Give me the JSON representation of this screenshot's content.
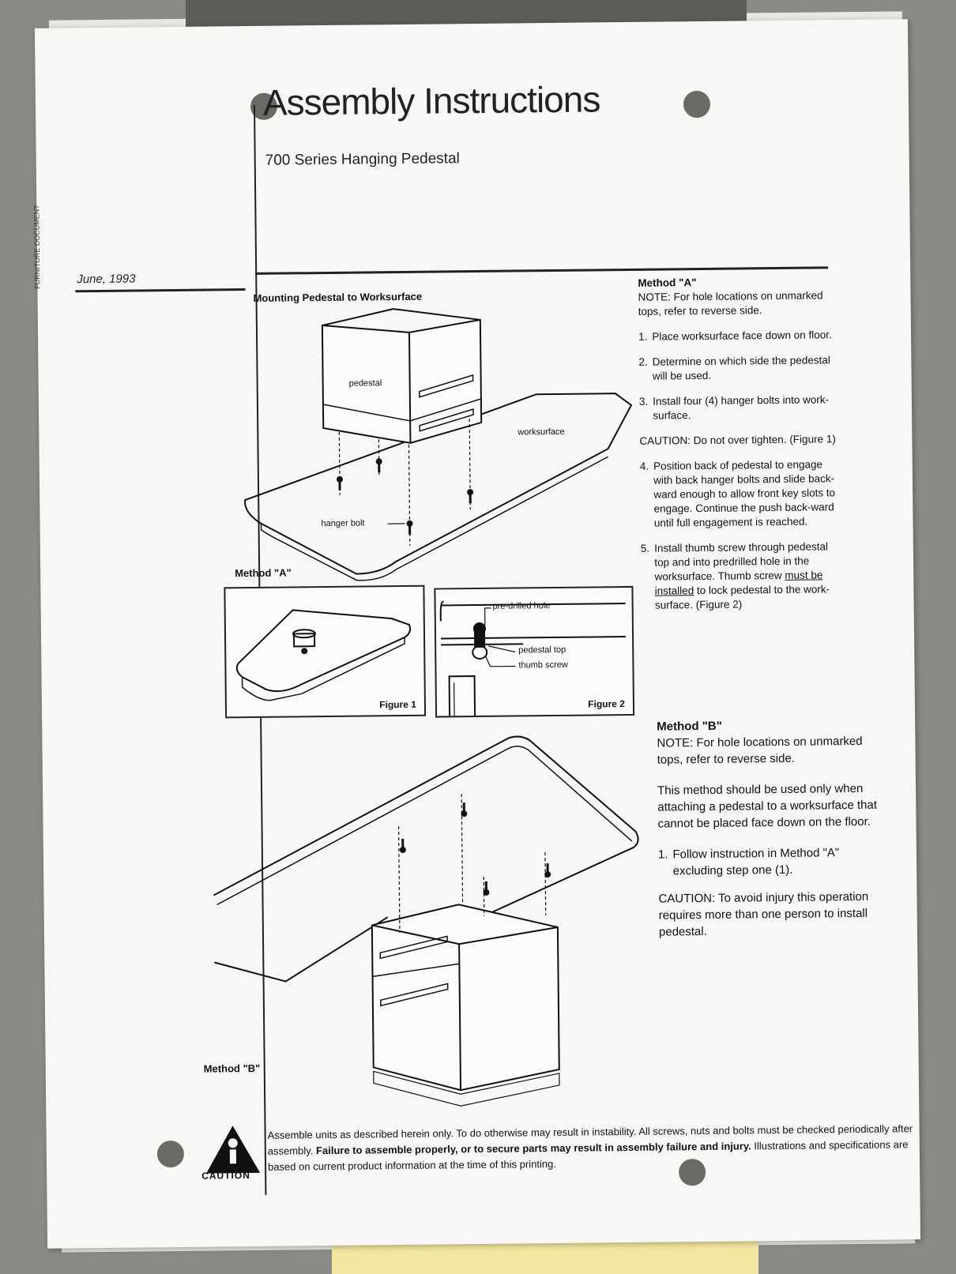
{
  "doc": {
    "title": "Assembly Instructions",
    "subtitle": "700 Series Hanging Pedestal",
    "date": "June, 1993",
    "side_text": "FURNITURE DOCUMENT",
    "section_heading": "Mounting Pedestal to Worksurface"
  },
  "diagram_a": {
    "pedestal_label": "pedestal",
    "worksurface_label": "worksurface",
    "hanger_bolt_label": "hanger bolt",
    "method_label": "Method \"A\""
  },
  "figure1": {
    "label": "Figure 1"
  },
  "figure2": {
    "label": "Figure 2",
    "callout_hole": "pre-drilled hole",
    "callout_top": "pedestal top",
    "callout_screw": "thumb screw"
  },
  "method_a": {
    "heading": "Method \"A\"",
    "note": "NOTE:  For hole locations on unmarked tops, refer to reverse side.",
    "steps": [
      {
        "num": "1.",
        "text": "Place worksurface face down on floor."
      },
      {
        "num": "2.",
        "text": "Determine on which side the pedestal will be used."
      },
      {
        "num": "3.",
        "text": "Install four (4) hanger bolts into work-surface."
      }
    ],
    "caution": "CAUTION:  Do not over tighten. (Figure 1)",
    "step4": {
      "num": "4.",
      "text": "Position back of pedestal to engage with back hanger bolts and slide back-ward enough to allow front key slots to engage.  Continue the push back-ward until full engagement is reached."
    },
    "step5": {
      "num": "5.",
      "text_a": "Install thumb screw through pedestal top and into predrilled hole in the worksurface.  Thumb screw ",
      "text_u": "must be installed",
      "text_b": " to lock pedestal to the work-surface. (Figure 2)"
    }
  },
  "method_b": {
    "heading": "Method \"B\"",
    "note": "NOTE:  For hole locations on unmarked tops, refer to reverse side.",
    "intro": "This method should be used only when attaching a pedestal to a worksurface that cannot be placed face down on the floor.",
    "step1": {
      "num": "1.",
      "text": "Follow instruction in Method \"A\" excluding step one (1)."
    },
    "caution": "CAUTION:  To avoid injury this operation requires more than one person to install pedestal.",
    "diagram_label": "Method \"B\""
  },
  "footer": {
    "caution_word": "CAUTION",
    "text_a": "Assemble units as described herein only.  To do otherwise may result in instability.  All screws, nuts and bolts must be checked periodically after assembly.  ",
    "text_bold": "Failure to assemble properly, or to secure parts may result in assembly failure and injury.",
    "text_b": "  Illustrations and specifications are based on current product information at the time of this printing."
  },
  "colors": {
    "background": "#8c8a84",
    "paper": "#f7f7f5",
    "ink": "#111111"
  }
}
